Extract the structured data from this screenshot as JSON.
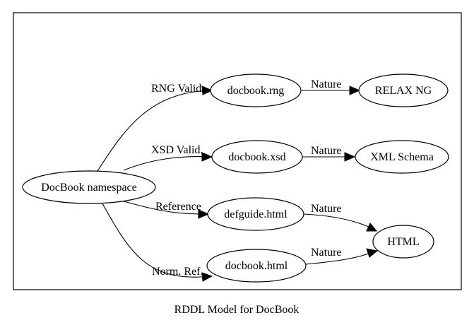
{
  "caption": "RDDL Model for DocBook",
  "nodes": {
    "namespace": "DocBook namespace",
    "rng": "docbook.rng",
    "xsd": "docbook.xsd",
    "defguide": "defguide.html",
    "dbhtml": "docbook.html",
    "relaxng": "RELAX NG",
    "xmlschema": "XML Schema",
    "html": "HTML"
  },
  "edges": {
    "ns_rng": "RNG Valid.",
    "ns_xsd": "XSD Valid.",
    "ns_defguide": "Reference",
    "ns_dbhtml": "Norm. Ref.",
    "rng_relaxng": "Nature",
    "xsd_xmlschema": "Nature",
    "defguide_html": "Nature",
    "dbhtml_html": "Nature"
  }
}
